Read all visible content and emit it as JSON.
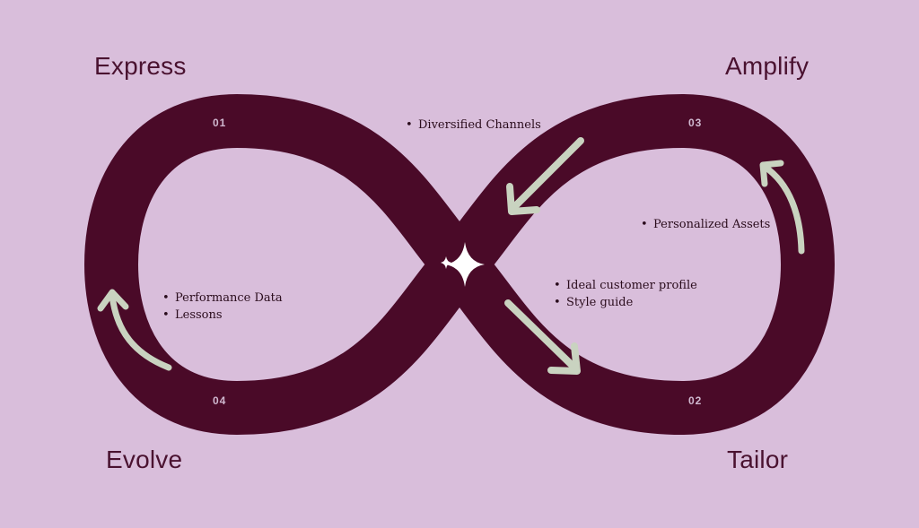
{
  "colors": {
    "background": "#d9bedb",
    "loop": "#4a0a28",
    "arrow": "#c9d3c0",
    "heading": "#4a1230",
    "number": "#cfb8cf"
  },
  "stages": {
    "top_left": {
      "name": "Express",
      "number": "01"
    },
    "bottom_right": {
      "name": "Tailor",
      "number": "02"
    },
    "top_right": {
      "name": "Amplify",
      "number": "03"
    },
    "bottom_left": {
      "name": "Evolve",
      "number": "04"
    }
  },
  "notes": {
    "top_center": [
      "Diversified Channels"
    ],
    "right_loop": [
      "Personalized Assets"
    ],
    "center_right": [
      "Ideal customer profile",
      "Style guide"
    ],
    "left_loop": [
      "Performance Data",
      "Lessons"
    ]
  },
  "center_icon": "sparkle-icon",
  "arrow_icons": [
    "curved-arrow-up-left",
    "diagonal-arrow-down-right",
    "diagonal-arrow-down-left",
    "curved-arrow-up-right"
  ]
}
